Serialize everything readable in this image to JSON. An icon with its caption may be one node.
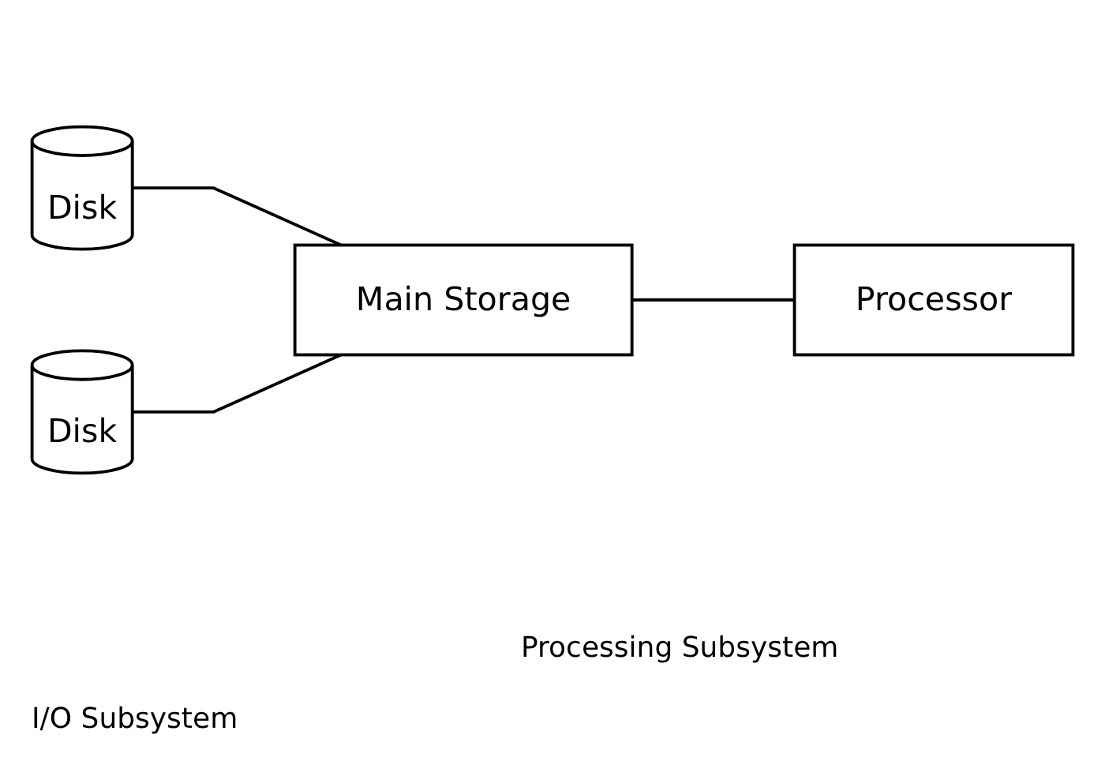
{
  "diagram": {
    "nodes": [
      {
        "text": [
          "Disk"
        ]
      },
      {
        "text": [
          "Disk"
        ]
      },
      {
        "text": [
          "Main Storage"
        ]
      },
      {
        "text": [
          "Processor"
        ]
      }
    ],
    "edges": [
      {
        "from": 0,
        "to": 2,
        "arrow": "none"
      },
      {
        "from": 1,
        "to": 2,
        "arrow": "none"
      },
      {
        "from": 2,
        "to": 3,
        "arrow": "none"
      }
    ],
    "labels": [
      "Processing Subsystem",
      "I/O Subsystem"
    ]
  }
}
